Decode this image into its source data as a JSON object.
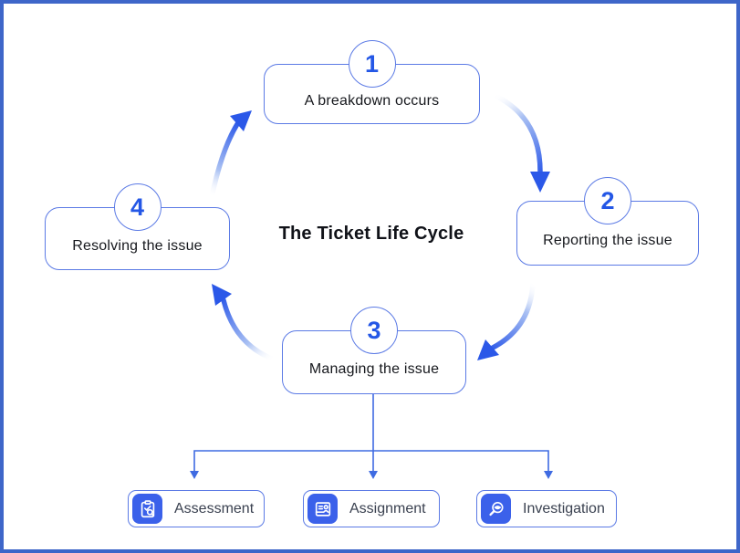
{
  "diagram": {
    "title": "The Ticket Life Cycle",
    "steps": [
      {
        "number": "1",
        "label": "A breakdown occurs"
      },
      {
        "number": "2",
        "label": "Reporting the issue"
      },
      {
        "number": "3",
        "label": "Managing the issue"
      },
      {
        "number": "4",
        "label": "Resolving the issue"
      }
    ],
    "sub_items": [
      {
        "label": "Assessment",
        "icon": "clipboard-check-search-icon"
      },
      {
        "label": "Assignment",
        "icon": "document-person-icon"
      },
      {
        "label": "Investigation",
        "icon": "magnifier-eye-icon"
      }
    ],
    "colors": {
      "outer_border": "#3e66c9",
      "node_border": "#5b7ae5",
      "number_blue": "#2457e6",
      "arrow_blue": "#2b58e8",
      "connector_blue": "#3f6be2",
      "icon_bg_blue": "#3b61ea",
      "title_text": "#101218",
      "node_text": "#16181d",
      "item_text": "#3a4150"
    }
  }
}
